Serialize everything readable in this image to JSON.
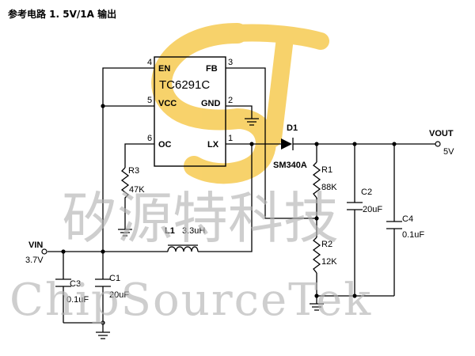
{
  "title": "参考电路 1.   5V/1A 输出",
  "chip": {
    "name": "TC6291C",
    "pins": [
      {
        "num": "4",
        "label": "EN"
      },
      {
        "num": "5",
        "label": "VCC"
      },
      {
        "num": "6",
        "label": "OC"
      },
      {
        "num": "3",
        "label": "FB"
      },
      {
        "num": "2",
        "label": "GND"
      },
      {
        "num": "1",
        "label": "LX"
      }
    ]
  },
  "components": {
    "d1": {
      "ref": "D1",
      "part": "SM340A"
    },
    "r1": {
      "ref": "R1",
      "value": "88K"
    },
    "r2": {
      "ref": "R2",
      "value": "12K"
    },
    "r3": {
      "ref": "R3",
      "value": "47K"
    },
    "c1": {
      "ref": "C1",
      "value": "20uF"
    },
    "c2": {
      "ref": "C2",
      "value": "20uF"
    },
    "c3": {
      "ref": "C3",
      "value": "0.1uF"
    },
    "c4": {
      "ref": "C4",
      "value": "0.1uF"
    },
    "l1": {
      "ref": "L1",
      "value": "3.3uH"
    }
  },
  "vin": {
    "label": "VIN",
    "value": "3.7V"
  },
  "vout": {
    "label": "VOUT",
    "value": "5V"
  },
  "watermark": {
    "cn": "矽源特科技",
    "en": "ChipSourceTek"
  },
  "colors": {
    "logo": "#f5c33a",
    "watermark": "#b4b4b4",
    "wire": "#000000"
  }
}
